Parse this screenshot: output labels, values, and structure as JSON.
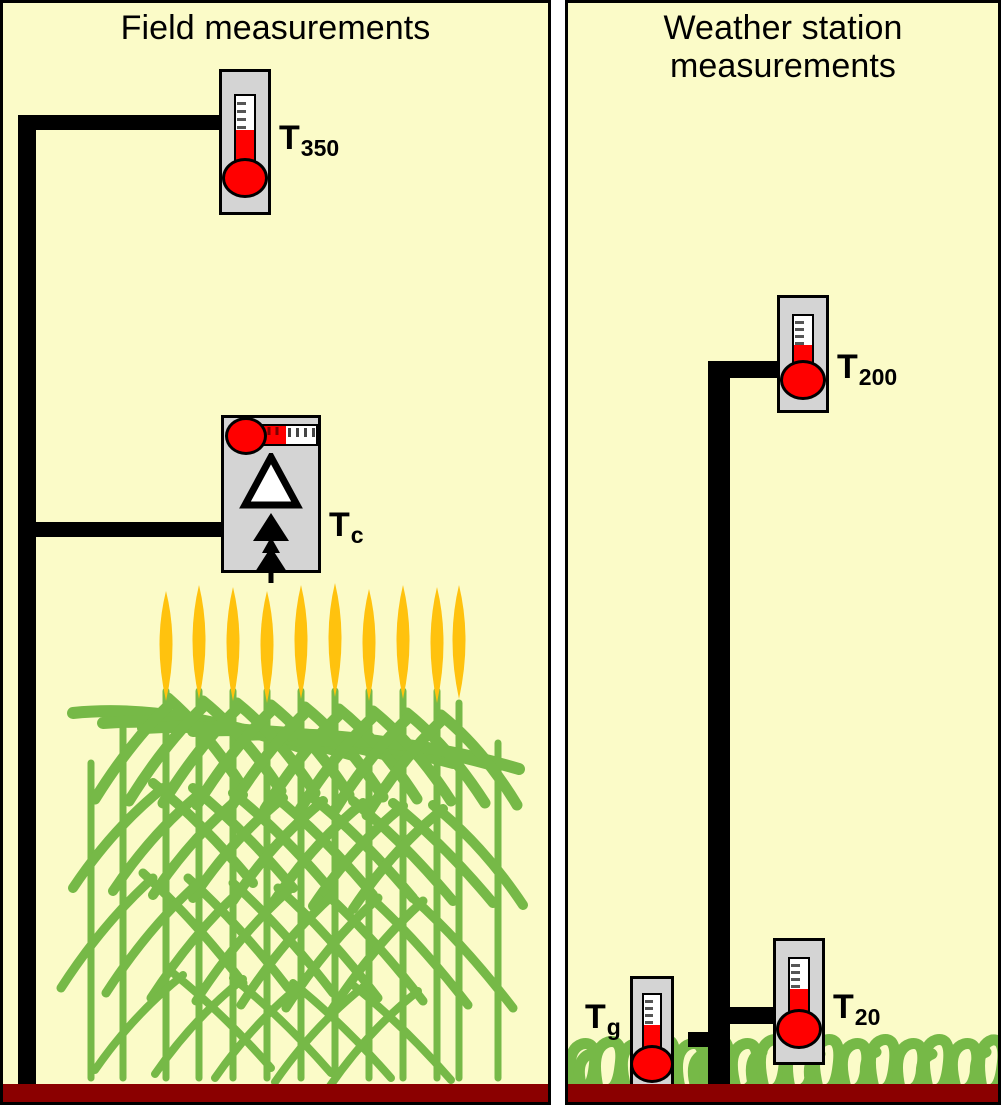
{
  "figure": {
    "type": "diagram",
    "subject": "Temperature measurement heights in a crop field versus a standard weather station"
  },
  "panels": [
    {
      "id": "field",
      "title": "Field measurements",
      "background_color": "#fbfbc8",
      "surface": "crop canopy (cereal / wheat with seed heads)",
      "soil_color": "#8b0000",
      "sensors": [
        {
          "name": "T350",
          "label_base": "T",
          "label_sub": "350",
          "kind": "vertical-thermometer",
          "height_cm": 350,
          "mounting": "upper boom arm of field mast"
        },
        {
          "name": "Tc",
          "label_base": "T",
          "label_sub": "c",
          "kind": "infrared-radiometer",
          "meaning": "canopy surface temperature sensed by downward-looking IR thermometer",
          "mounting": "lower boom arm of field mast, above canopy"
        }
      ]
    },
    {
      "id": "station",
      "title": "Weather station measurements",
      "title_line_1": "Weather station",
      "title_line_2": "measurements",
      "background_color": "#fbfbc8",
      "surface": "short mown grass",
      "soil_color": "#8b0000",
      "sensors": [
        {
          "name": "T200",
          "label_base": "T",
          "label_sub": "200",
          "kind": "vertical-thermometer",
          "height_cm": 200,
          "mounting": "top arm of weather station mast"
        },
        {
          "name": "T20",
          "label_base": "T",
          "label_sub": "20",
          "kind": "vertical-thermometer",
          "height_cm": 20,
          "mounting": "lower arm of weather station mast"
        },
        {
          "name": "Tg",
          "label_base": "T",
          "label_sub": "g",
          "kind": "vertical-thermometer",
          "meaning": "grass / ground level temperature",
          "mounting": "ground level, left of mast"
        }
      ]
    }
  ],
  "colors": {
    "background": "#fbfbc8",
    "soil": "#8b0000",
    "mast": "#000000",
    "mercury": "#ff0000",
    "thermometer_body": "#d4d4d4",
    "crop_green": "#76b947",
    "seed_head_gold": "#ffc20e",
    "border": "#000000"
  }
}
